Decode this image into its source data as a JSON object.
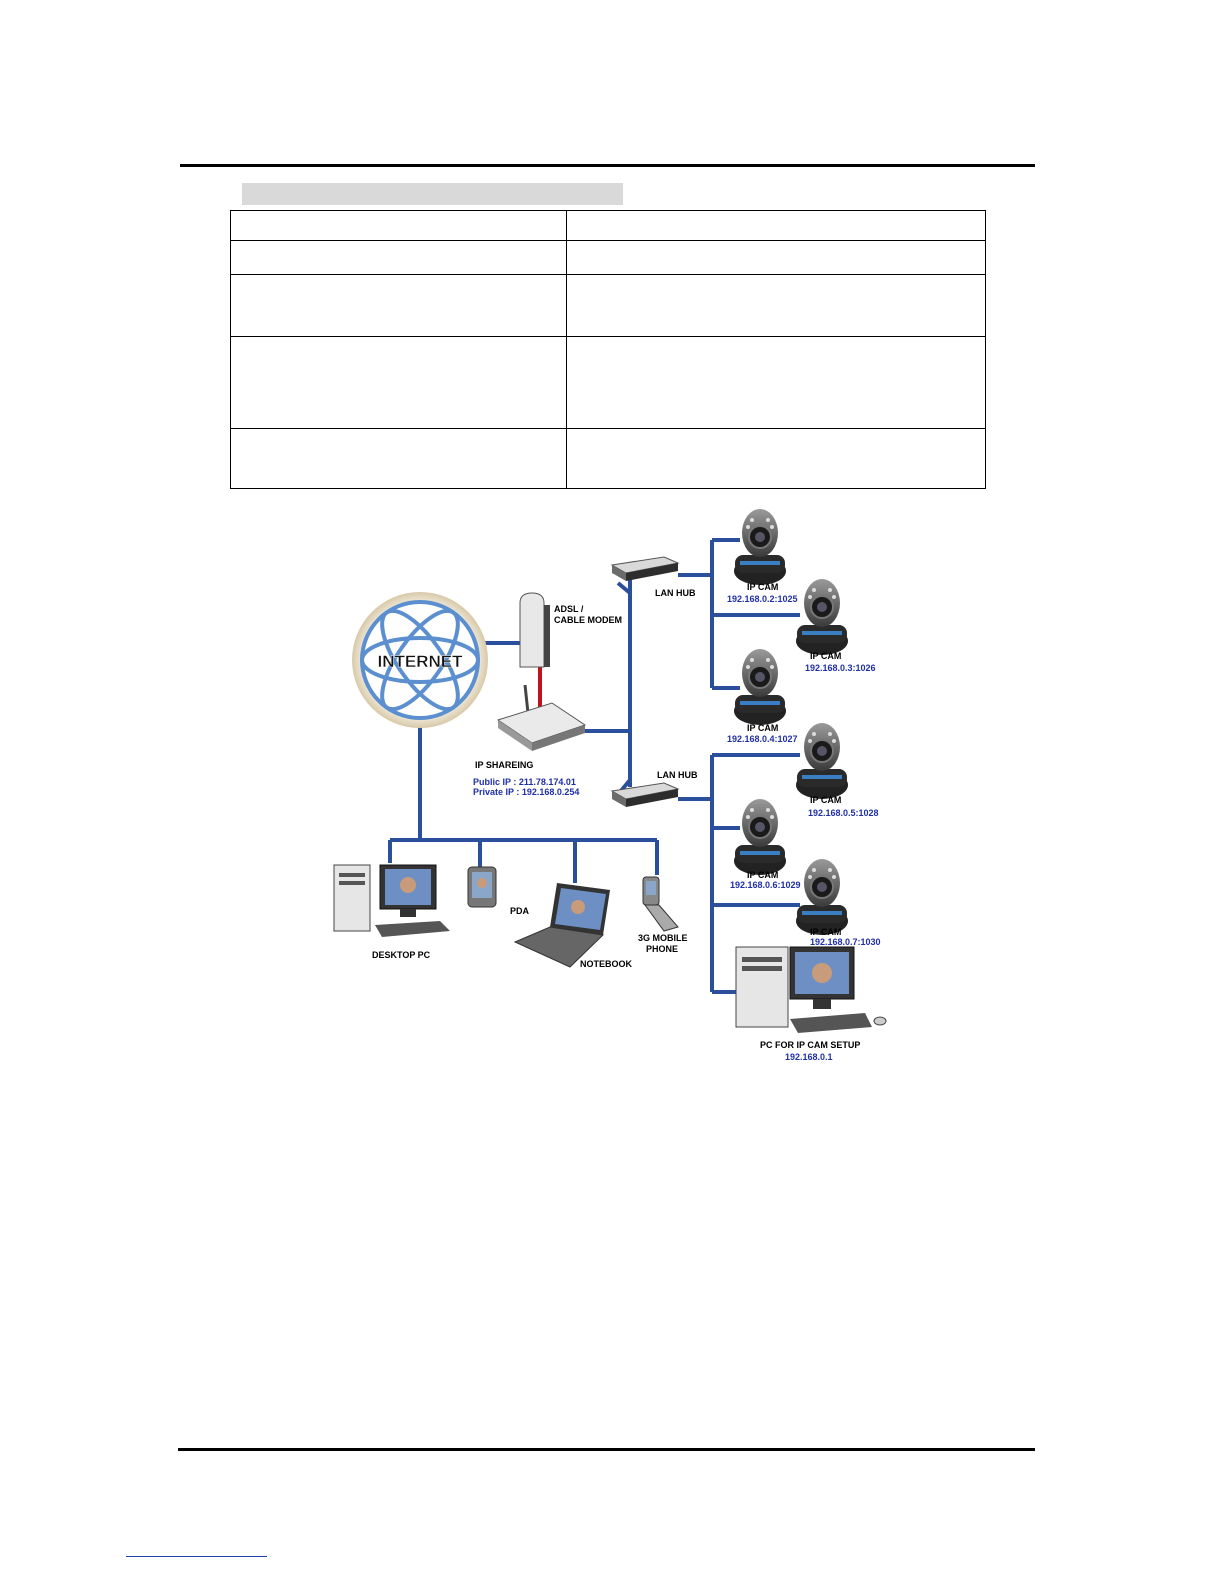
{
  "table": {
    "rows": [
      {
        "h": 30,
        "c1": "",
        "c2": ""
      },
      {
        "h": 34,
        "c1": "",
        "c2": ""
      },
      {
        "h": 62,
        "c1": "",
        "c2": ""
      },
      {
        "h": 92,
        "c1": "",
        "c2": ""
      },
      {
        "h": 60,
        "c1": "",
        "c2": ""
      }
    ]
  },
  "diagram": {
    "internet": "INTERNET",
    "modem": [
      "ADSL /",
      "CABLE MODEM"
    ],
    "ip_sharing": {
      "label": "IP SHAREING",
      "public": "Public  IP : 211.78.174.01",
      "private": "Private IP : 192.168.0.254"
    },
    "lan_hub_1": "LAN HUB",
    "lan_hub_2": "LAN HUB",
    "cameras": [
      {
        "label": "IP CAM",
        "ip": "192.168.0.2:1025"
      },
      {
        "label": "IP CAM",
        "ip": "192.168.0.3:1026"
      },
      {
        "label": "IP CAM",
        "ip": "192.168.0.4:1027"
      },
      {
        "label": "IP CAM",
        "ip": "192.168.0.5:1028"
      },
      {
        "label": "IP CAM",
        "ip": "192.168.0.6:1029"
      },
      {
        "label": "IP CAM",
        "ip": "192.168.0.7:1030"
      }
    ],
    "desktop_pc": "DESKTOP PC",
    "pda": "PDA",
    "notebook": "NOTEBOOK",
    "mobile": [
      "3G MOBILE",
      "PHONE"
    ],
    "setup_pc": {
      "label": "PC FOR IP CAM SETUP",
      "ip": "192.168.0.1"
    }
  },
  "colors": {
    "link": "#2a4f9c",
    "modem_link": "#c4121a",
    "ip_text": "#1f2fa8",
    "globe": "#5b8fcf"
  }
}
